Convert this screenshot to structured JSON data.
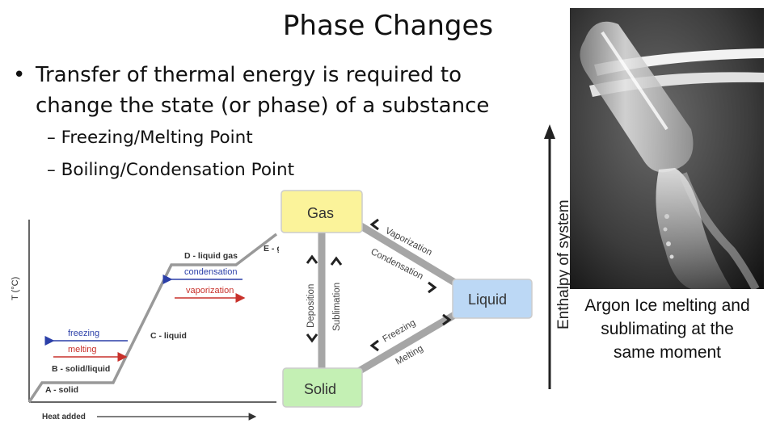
{
  "slide": {
    "title": "Phase Changes",
    "bullet": "Transfer of thermal energy is required to change the state (or phase) of a substance",
    "bullet_marker": "•",
    "sub_bullets": [
      "– Freezing/Melting Point",
      "– Boiling/Condensation Point"
    ]
  },
  "heating_curve": {
    "y_axis_label": "T (°C)",
    "x_axis_label": "Heat added",
    "labels": {
      "a": "A - solid",
      "b": "B - solid/liquid",
      "c": "C - liquid",
      "d": "D - liquid gas",
      "e": "E - gas"
    },
    "arrows": {
      "freezing": "freezing",
      "melting": "melting",
      "condensation": "condensation",
      "vaporization": "vaporization"
    },
    "colors": {
      "cool": "#2b3fa8",
      "heat": "#c8312b"
    }
  },
  "phase_diagram": {
    "gas": "Gas",
    "liquid": "Liquid",
    "solid": "Solid",
    "vaporization": "Vaporization",
    "condensation": "Condensation",
    "freezing": "Freezing",
    "melting": "Melting",
    "deposition": "Deposition",
    "sublimation": "Sublimation",
    "colors": {
      "gas": "#fbf39a",
      "liquid": "#bcd8f5",
      "solid": "#c4f0b4"
    }
  },
  "enthalpy_axis": {
    "label": "Enthalpy of system"
  },
  "photo": {
    "caption": "Argon Ice melting and sublimating at the same moment"
  }
}
